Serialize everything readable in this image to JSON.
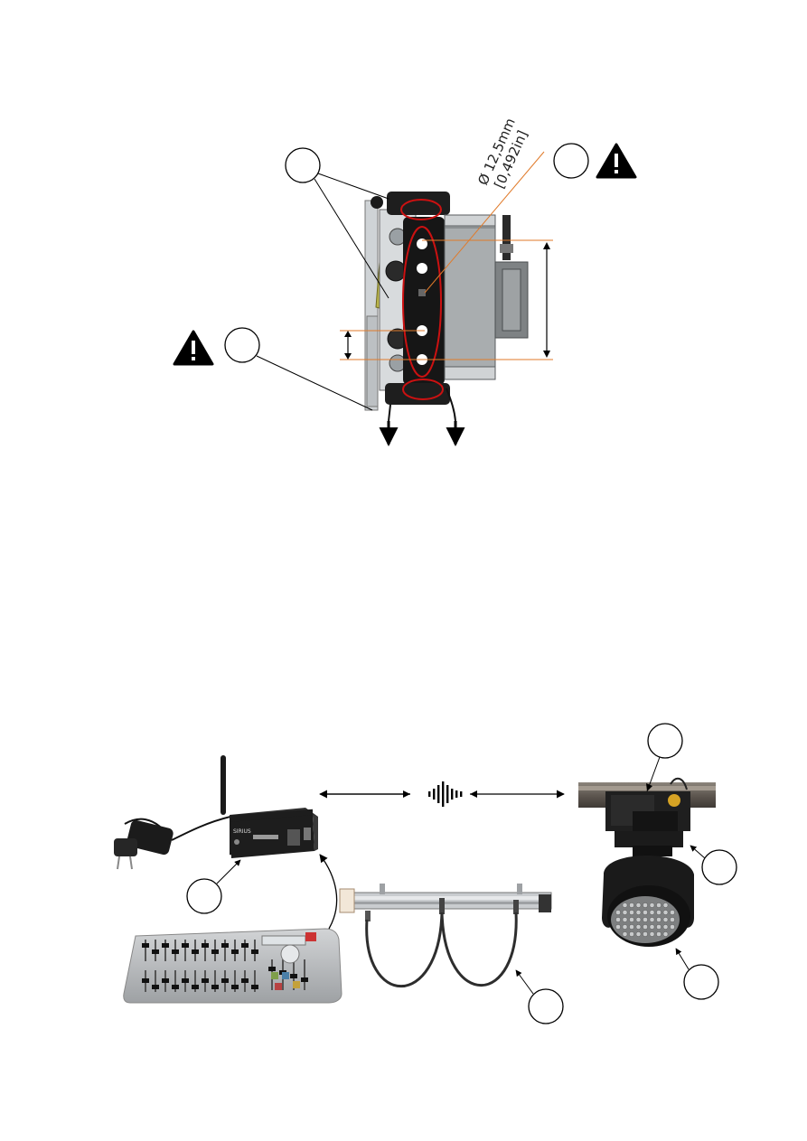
{
  "diagram_top": {
    "hole_diameter_mm": "Ø 12,5mm",
    "hole_diameter_in": "[0,492in]",
    "callouts": [
      "",
      "",
      ""
    ],
    "warnings": [
      "warning-triangle",
      "warning-triangle"
    ]
  },
  "diagram_bottom": {
    "callouts": [
      "",
      "",
      "",
      "",
      ""
    ],
    "wireless_icon": "wireless-signal-icon",
    "controller_brand": "SIRIUS",
    "colors": {
      "accent_red": "#cc1111",
      "orange_line": "#e07a2a",
      "console_gray": "#b9bcbf"
    }
  }
}
